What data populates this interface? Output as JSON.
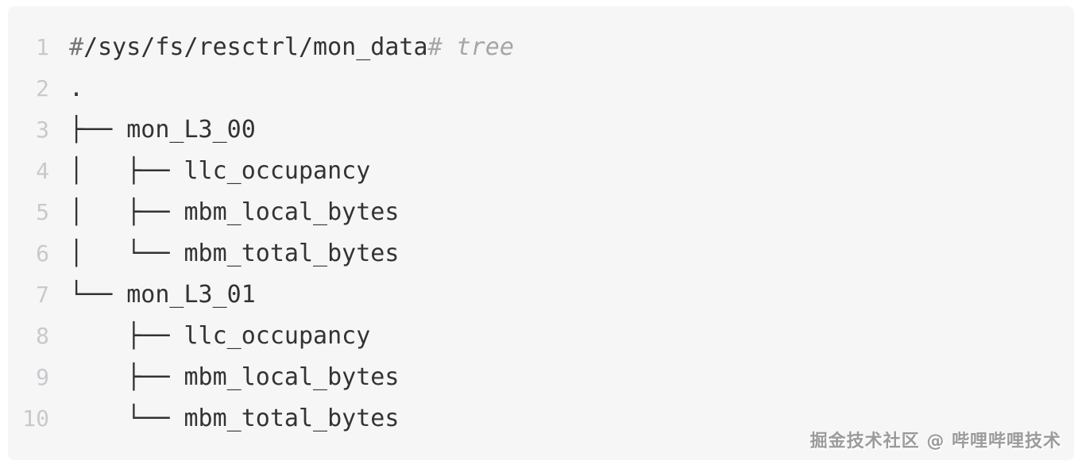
{
  "page": {
    "background_color": "#ffffff"
  },
  "code_block": {
    "background_color": "#f6f6f7",
    "text_color": "#333333",
    "line_number_color": "#c9c9cd",
    "prompt_hash_color": "#757575",
    "comment_color": "#a6a6a6",
    "lines": [
      {
        "number": "1",
        "segments": [
          {
            "text": "#",
            "style": "prompt"
          },
          {
            "text": "/sys/fs/resctrl/mon_data",
            "style": "code"
          },
          {
            "text": "# ",
            "style": "comment"
          },
          {
            "text": "tree",
            "style": "comment-italic"
          }
        ]
      },
      {
        "number": "2",
        "segments": [
          {
            "text": ".",
            "style": "code"
          }
        ]
      },
      {
        "number": "3",
        "segments": [
          {
            "text": "├── mon_L3_00",
            "style": "code"
          }
        ]
      },
      {
        "number": "4",
        "segments": [
          {
            "text": "│   ├── llc_occupancy",
            "style": "code"
          }
        ]
      },
      {
        "number": "5",
        "segments": [
          {
            "text": "│   ├── mbm_local_bytes",
            "style": "code"
          }
        ]
      },
      {
        "number": "6",
        "segments": [
          {
            "text": "│   └── mbm_total_bytes",
            "style": "code"
          }
        ]
      },
      {
        "number": "7",
        "segments": [
          {
            "text": "└── mon_L3_01",
            "style": "code"
          }
        ]
      },
      {
        "number": "8",
        "segments": [
          {
            "text": "    ├── llc_occupancy",
            "style": "code"
          }
        ]
      },
      {
        "number": "9",
        "segments": [
          {
            "text": "    ├── mbm_local_bytes",
            "style": "code"
          }
        ]
      },
      {
        "number": "10",
        "segments": [
          {
            "text": "    └── mbm_total_bytes",
            "style": "code"
          }
        ]
      }
    ]
  },
  "watermark": {
    "text": "掘金技术社区 @ 哔哩哔哩技术"
  }
}
